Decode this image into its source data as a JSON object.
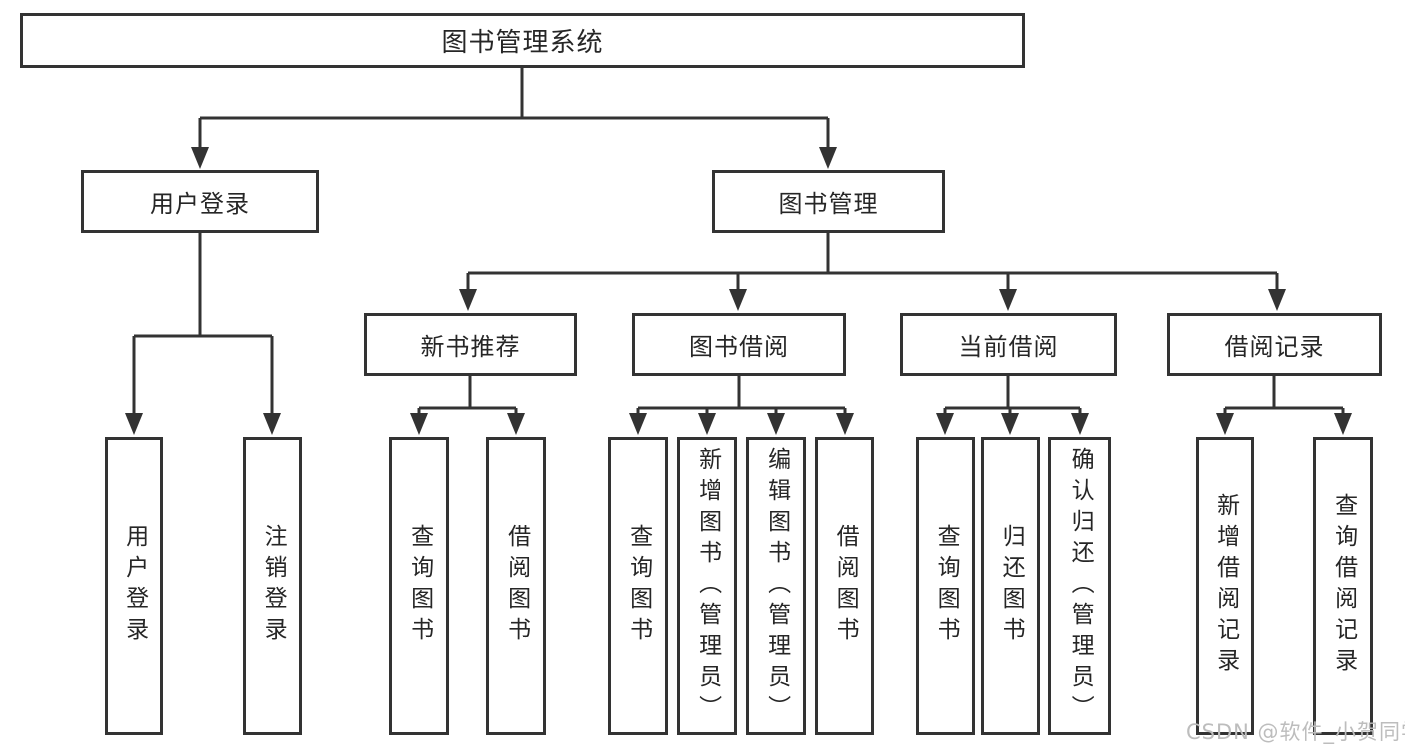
{
  "diagram": {
    "root": "图书管理系统",
    "user_login": {
      "label": "用户登录",
      "children": [
        "用户登录",
        "注销登录"
      ]
    },
    "book_mgmt": {
      "label": "图书管理",
      "sections": {
        "new_book_rec": {
          "label": "新书推荐",
          "children": [
            "查询图书",
            "借阅图书"
          ]
        },
        "book_borrow": {
          "label": "图书借阅",
          "children": [
            "查询图书",
            "新增图书（管理员）",
            "编辑图书（管理员）",
            "借阅图书"
          ]
        },
        "current_borrow": {
          "label": "当前借阅",
          "children": [
            "查询图书",
            "归还图书",
            "确认归还（管理员）"
          ]
        },
        "borrow_record": {
          "label": "借阅记录",
          "children": [
            "新增借阅记录",
            "查询借阅记录"
          ]
        }
      }
    },
    "watermark": "CSDN @软件_小贺同学",
    "colors": {
      "line": "#333333",
      "text": "#262626",
      "watermark": "#bdbdbd",
      "background": "#ffffff"
    }
  }
}
